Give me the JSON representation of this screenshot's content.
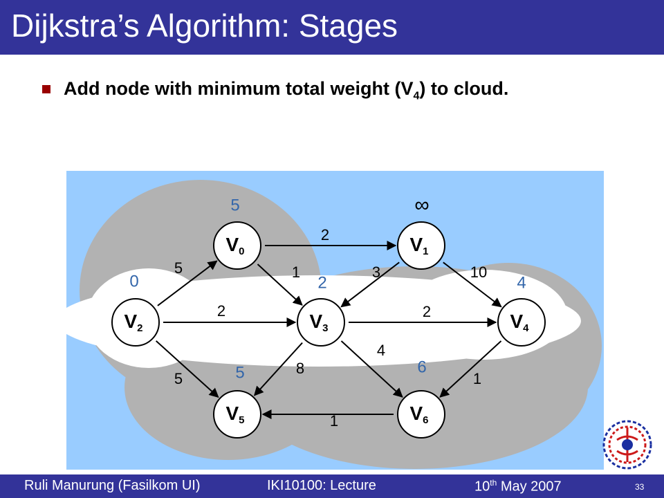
{
  "title": "Dijkstra’s Algorithm: Stages",
  "bullet": {
    "before": "Add node with minimum total weight (V",
    "sub": "4",
    "after": ") to cloud."
  },
  "graph": {
    "nodes": [
      {
        "id": "V0",
        "label": "V",
        "sub": "0",
        "dist": "5"
      },
      {
        "id": "V1",
        "label": "V",
        "sub": "1",
        "dist": "∞"
      },
      {
        "id": "V2",
        "label": "V",
        "sub": "2",
        "dist": "0"
      },
      {
        "id": "V3",
        "label": "V",
        "sub": "3",
        "dist": "2"
      },
      {
        "id": "V4",
        "label": "V",
        "sub": "4",
        "dist": "4"
      },
      {
        "id": "V5",
        "label": "V",
        "sub": "5",
        "dist": "5"
      },
      {
        "id": "V6",
        "label": "V",
        "sub": "6",
        "dist": "6"
      }
    ],
    "edges": [
      {
        "from": "V0",
        "to": "V1",
        "weight": "2"
      },
      {
        "from": "V2",
        "to": "V0",
        "weight": "5"
      },
      {
        "from": "V0",
        "to": "V3",
        "weight": "1"
      },
      {
        "from": "V1",
        "to": "V3",
        "weight": "3"
      },
      {
        "from": "V1",
        "to": "V4",
        "weight": "10"
      },
      {
        "from": "V2",
        "to": "V3",
        "weight": "2"
      },
      {
        "from": "V3",
        "to": "V4",
        "weight": "2"
      },
      {
        "from": "V2",
        "to": "V5",
        "weight": "5"
      },
      {
        "from": "V3",
        "to": "V5",
        "weight": "8"
      },
      {
        "from": "V3",
        "to": "V6",
        "weight": "4"
      },
      {
        "from": "V4",
        "to": "V6",
        "weight": "1"
      },
      {
        "from": "V6",
        "to": "V5",
        "weight": "1"
      }
    ]
  },
  "colors": {
    "title_bar": "#333399",
    "bullet": "#990000",
    "panel": "#99ccff",
    "cloud": "#b2b2b2",
    "distance": "#3366aa"
  },
  "footer": {
    "author": "Ruli Manurung (Fasilkom UI)",
    "course": "IKI10100: Lecture",
    "date_day": "10",
    "date_suffix": "th",
    "date_rest": " May 2007",
    "page": "33"
  }
}
